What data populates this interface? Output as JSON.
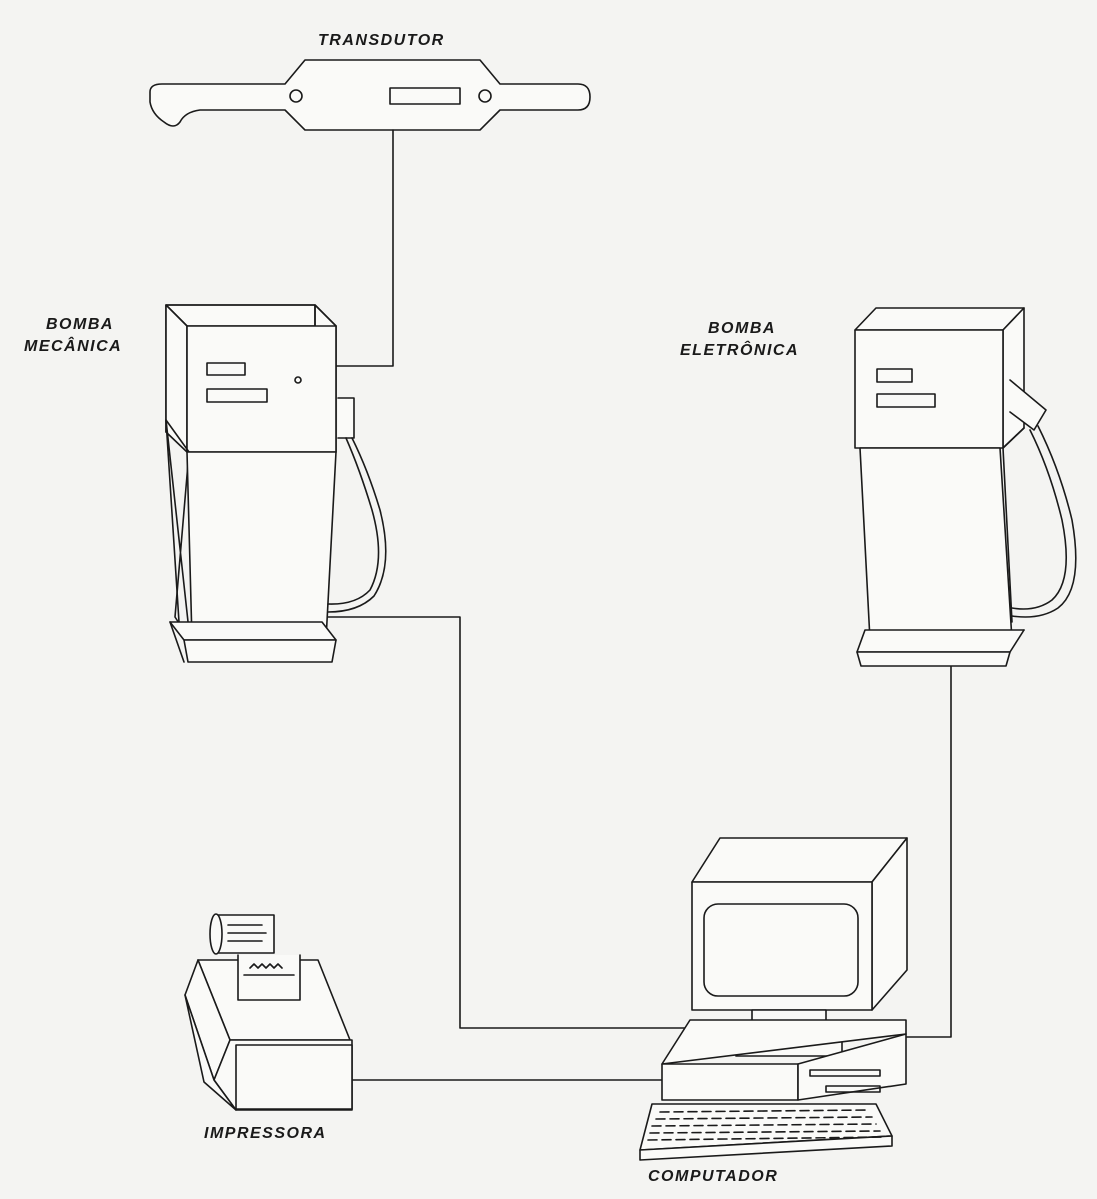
{
  "labels": {
    "transdutor": "TRANSDUTOR",
    "bomba_mecanica_line1": "BOMBA",
    "bomba_mecanica_line2": "MECÂNICA",
    "bomba_eletronica_line1": "BOMBA",
    "bomba_eletronica_line2": "ELETRÔNICA",
    "impressora": "IMPRESSORA",
    "computador": "COMPUTADOR"
  },
  "colors": {
    "paper": "#f4f4f2",
    "ink": "#1a1a1a"
  }
}
